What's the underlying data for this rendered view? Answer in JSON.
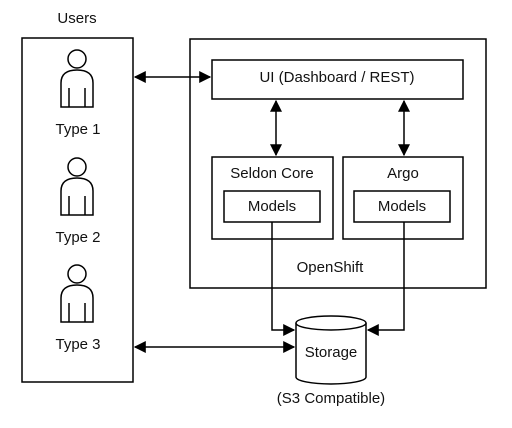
{
  "users": {
    "title": "Users",
    "types": [
      "Type 1",
      "Type 2",
      "Type 3"
    ]
  },
  "openshift": {
    "label": "OpenShift",
    "ui_label": "UI (Dashboard / REST)",
    "seldon": {
      "title": "Seldon Core",
      "models_label": "Models"
    },
    "argo": {
      "title": "Argo",
      "models_label": "Models"
    }
  },
  "storage": {
    "label": "Storage",
    "caption": "(S3 Compatible)"
  },
  "colors": {
    "stroke": "#000000",
    "background": "#ffffff"
  }
}
